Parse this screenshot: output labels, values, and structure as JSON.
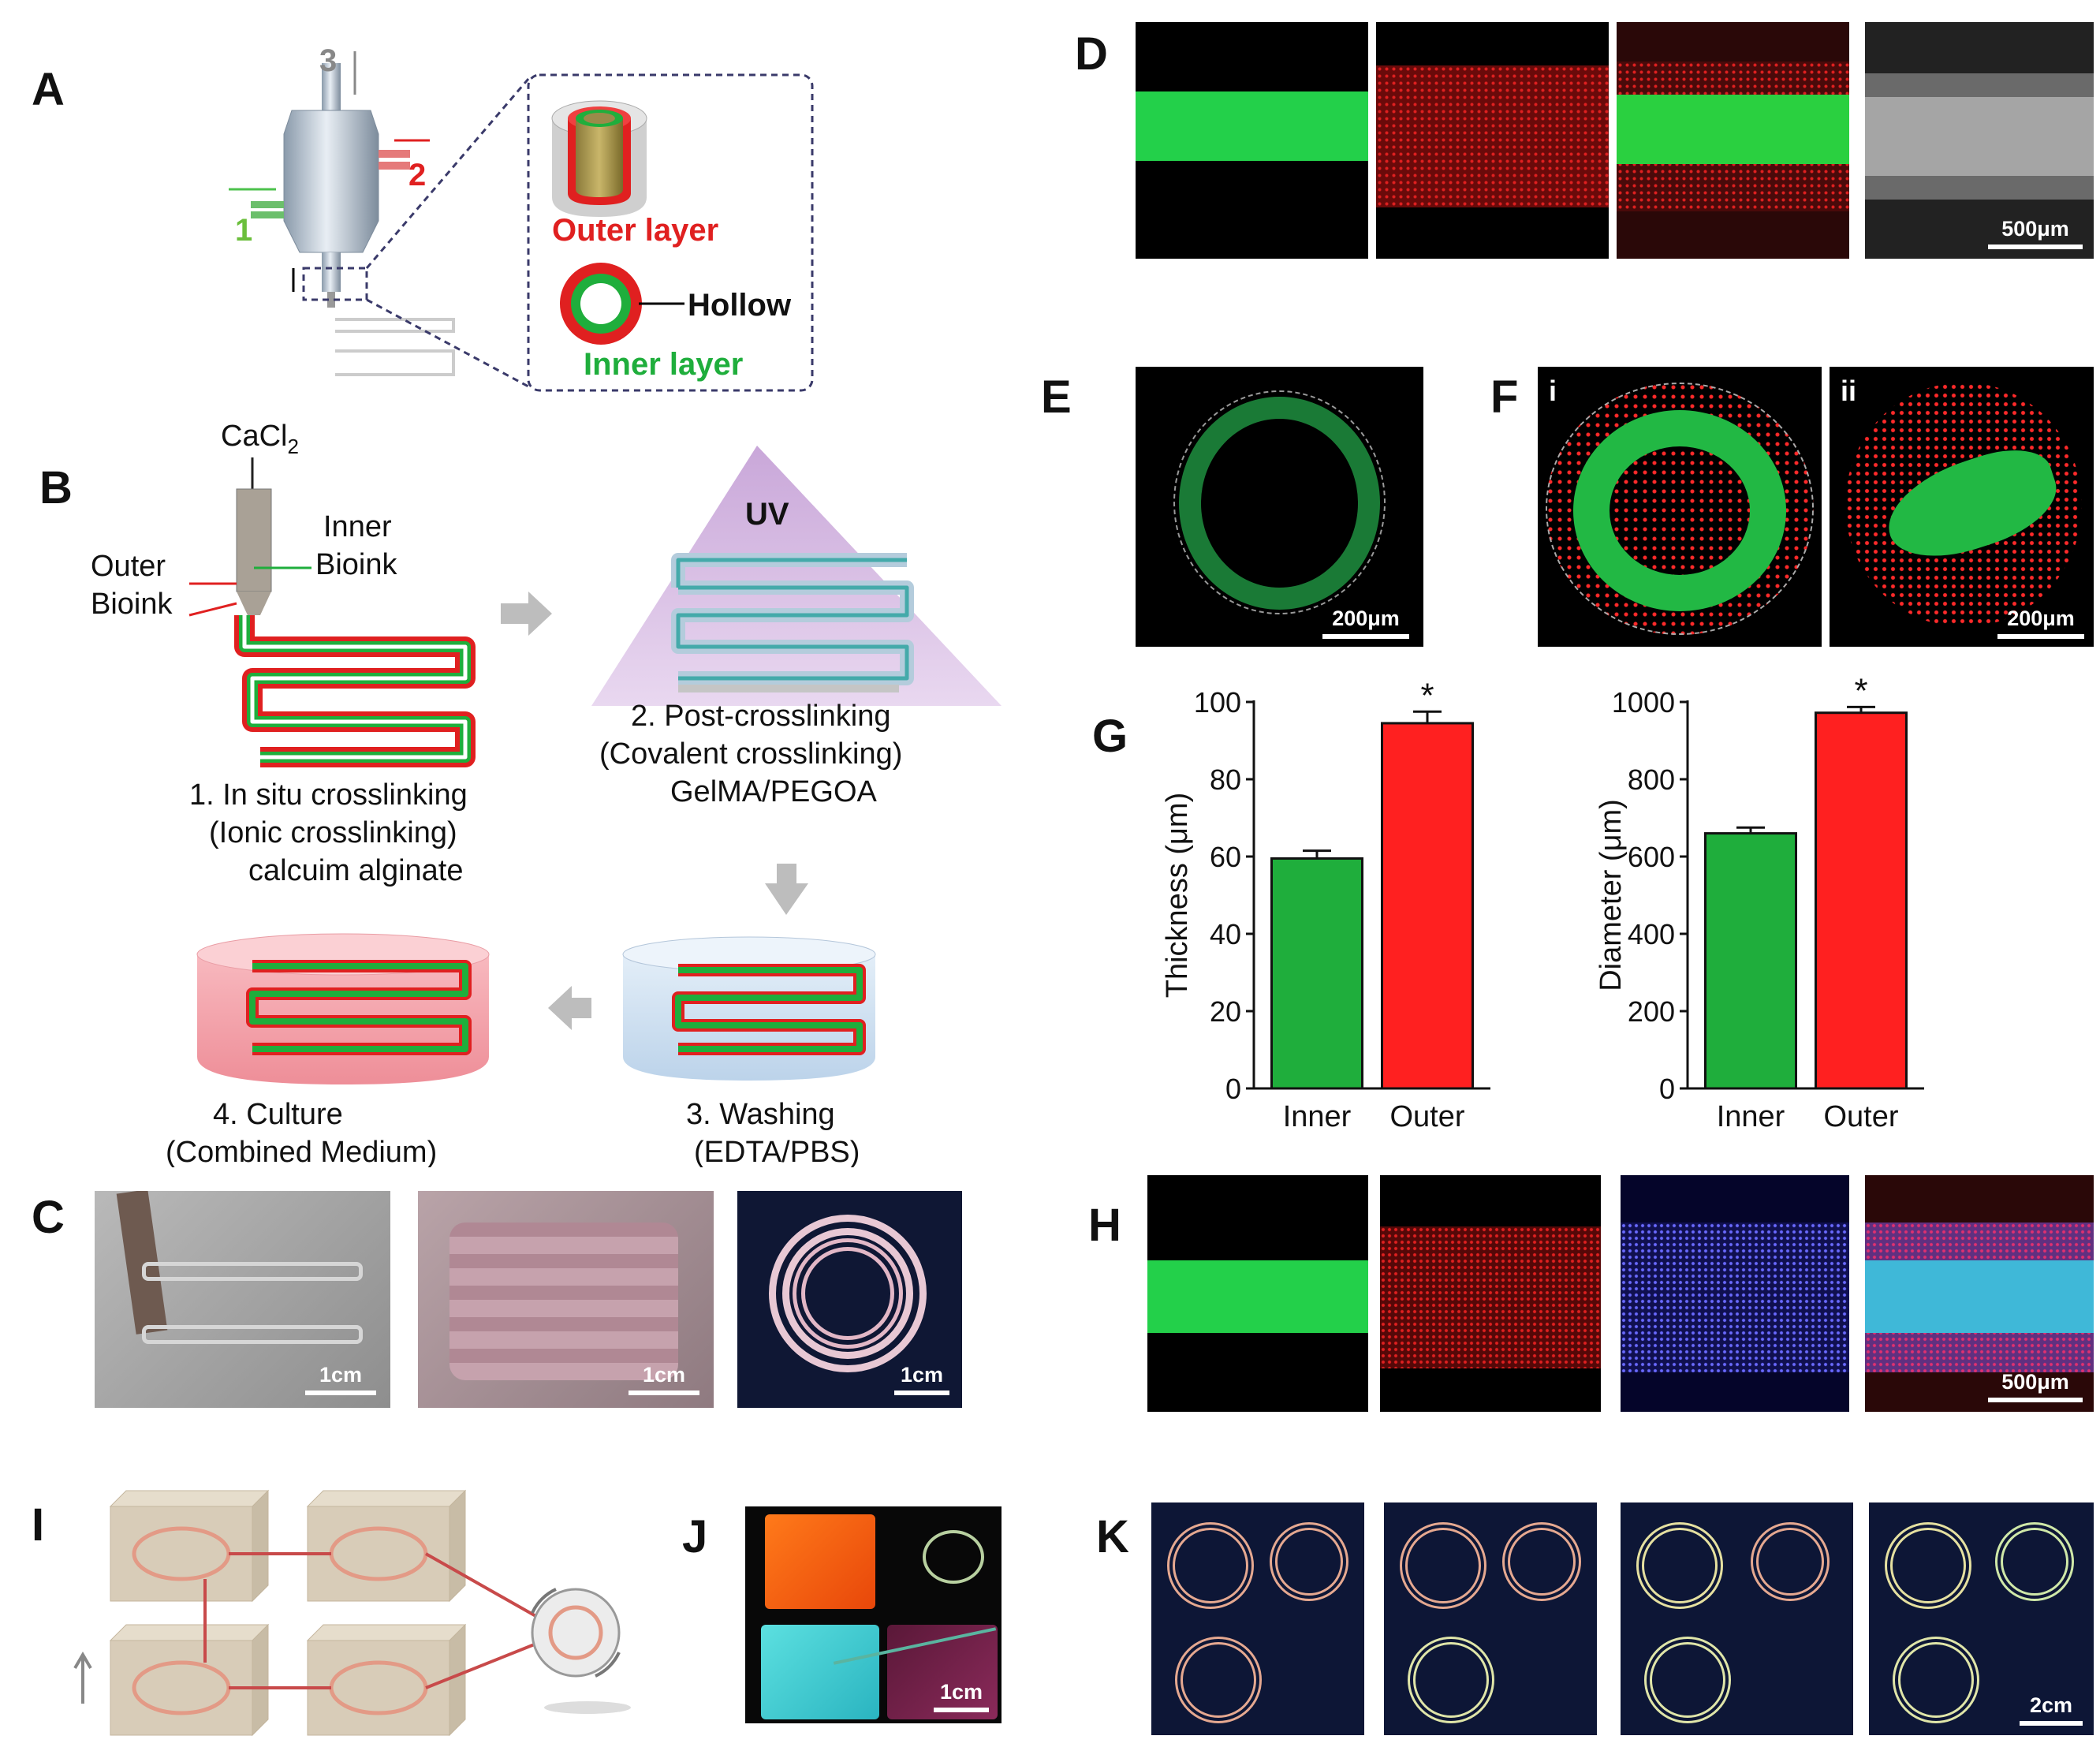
{
  "panels": {
    "A": "A",
    "B": "B",
    "C": "C",
    "D": "D",
    "E": "E",
    "F": "F",
    "G": "G",
    "H": "H",
    "I": "I",
    "J": "J",
    "K": "K"
  },
  "panel_a": {
    "inlet_1": "1",
    "inlet_2": "2",
    "inlet_3": "3",
    "outer_layer": "Outer layer",
    "hollow": "Hollow",
    "inner_layer": "Inner layer",
    "colors": {
      "outer": "#ff2020",
      "inner": "#1fae3c"
    }
  },
  "panel_b": {
    "cacl2": "CaCl",
    "cacl2_sub": "2",
    "inner_bioink": [
      "Inner",
      "Bioink"
    ],
    "outer_bioink": [
      "Outer",
      "Bioink"
    ],
    "uv": "UV",
    "step1": [
      "1. In situ crosslinking",
      "(Ionic crosslinking)",
      "calcuim alginate"
    ],
    "step2": [
      "2. Post-crosslinking",
      "(Covalent crosslinking)",
      "GelMA/PEGOA"
    ],
    "step3": [
      "3. Washing",
      "(EDTA/PBS)"
    ],
    "step4": [
      "4. Culture",
      "(Combined Medium)"
    ]
  },
  "panel_c": {
    "scale_bars": [
      "1cm",
      "1cm",
      "1cm"
    ]
  },
  "panel_d": {
    "scale_bar": "500μm"
  },
  "panel_e": {
    "scale_bar": "200μm"
  },
  "panel_f": {
    "sub_i": "i",
    "sub_ii": "ii",
    "scale_bar": "200μm"
  },
  "panel_h": {
    "scale_bar": "500μm"
  },
  "panel_j": {
    "scale_bar": "1cm"
  },
  "panel_k": {
    "scale_bar": "2cm"
  },
  "chart_data": [
    {
      "type": "bar",
      "categories": [
        "Inner",
        "Outer"
      ],
      "values": [
        59.5,
        94.5
      ],
      "errors": [
        2,
        3
      ],
      "colors": [
        "#1fae3c",
        "#ff2020"
      ],
      "ylabel": "Thickness (μm)",
      "ylim": [
        0,
        100
      ],
      "yticks": [
        0,
        20,
        40,
        60,
        80,
        100
      ],
      "annotation": "*"
    },
    {
      "type": "bar",
      "categories": [
        "Inner",
        "Outer"
      ],
      "values": [
        660,
        972
      ],
      "errors": [
        15,
        15
      ],
      "colors": [
        "#1fae3c",
        "#ff2020"
      ],
      "ylabel": "Diameter (μm)",
      "ylim": [
        0,
        1000
      ],
      "yticks": [
        0,
        200,
        400,
        600,
        800,
        1000
      ],
      "annotation": "*"
    }
  ]
}
